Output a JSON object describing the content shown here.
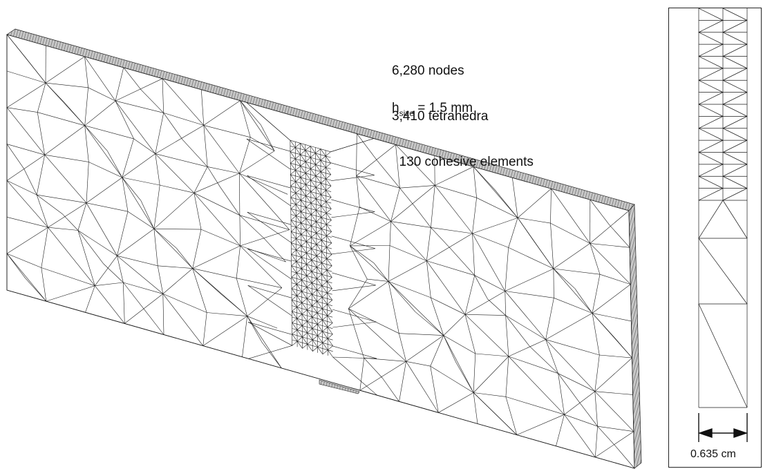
{
  "stats": {
    "nodes": "6,280 nodes",
    "tetrahedra": "3,410 tetrahedra",
    "cohesive": "  130 cohesive elements"
  },
  "mesh_size": {
    "symbol": "h",
    "subscript": "size",
    "value": " = 1.5 mm"
  },
  "thickness_label": "0.635 cm",
  "colors": {
    "line": "#1a1a1a",
    "edge_shading": "#9a9a9a",
    "background": "#ffffff"
  }
}
